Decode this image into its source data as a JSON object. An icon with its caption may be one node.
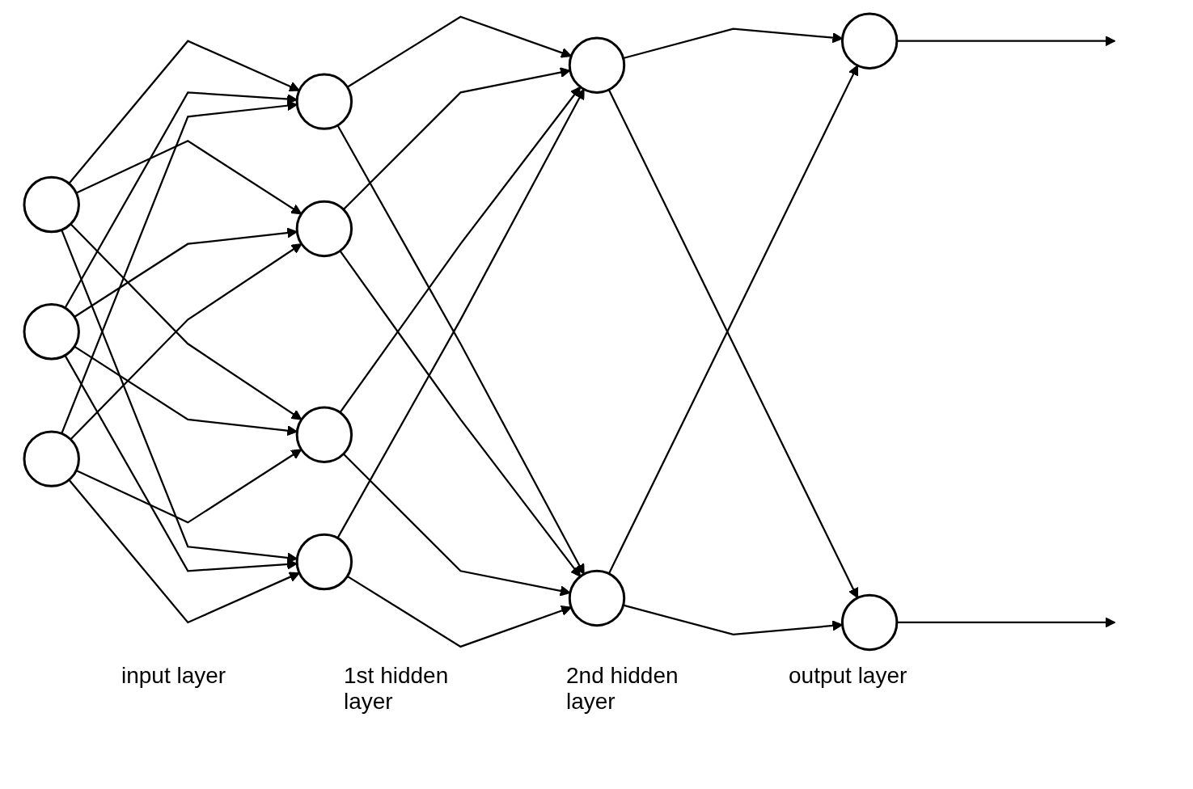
{
  "diagram": {
    "nodes": [
      {
        "text": [],
        "shape": "circle"
      },
      {
        "text": [],
        "shape": "circle"
      },
      {
        "text": [],
        "shape": "circle"
      },
      {
        "text": [],
        "shape": "circle"
      },
      {
        "text": [],
        "shape": "circle"
      },
      {
        "text": [],
        "shape": "circle"
      },
      {
        "text": [],
        "shape": "circle"
      },
      {
        "text": [],
        "shape": "circle"
      },
      {
        "text": [],
        "shape": "circle"
      },
      {
        "text": [],
        "shape": "circle"
      },
      {
        "text": [],
        "shape": "circle"
      }
    ],
    "edges": [
      {
        "from": 0,
        "to": 3,
        "arrow": "to"
      },
      {
        "from": 0,
        "to": 4,
        "arrow": "to"
      },
      {
        "from": 0,
        "to": 5,
        "arrow": "to"
      },
      {
        "from": 0,
        "to": 6,
        "arrow": "to"
      },
      {
        "from": 1,
        "to": 3,
        "arrow": "to"
      },
      {
        "from": 1,
        "to": 4,
        "arrow": "to"
      },
      {
        "from": 1,
        "to": 5,
        "arrow": "to"
      },
      {
        "from": 1,
        "to": 6,
        "arrow": "to"
      },
      {
        "from": 2,
        "to": 3,
        "arrow": "to"
      },
      {
        "from": 2,
        "to": 4,
        "arrow": "to"
      },
      {
        "from": 2,
        "to": 5,
        "arrow": "to"
      },
      {
        "from": 2,
        "to": 6,
        "arrow": "to"
      },
      {
        "from": 3,
        "to": 7,
        "arrow": "to"
      },
      {
        "from": 3,
        "to": 8,
        "arrow": "to"
      },
      {
        "from": 4,
        "to": 7,
        "arrow": "to"
      },
      {
        "from": 4,
        "to": 8,
        "arrow": "to"
      },
      {
        "from": 5,
        "to": 7,
        "arrow": "to"
      },
      {
        "from": 5,
        "to": 8,
        "arrow": "to"
      },
      {
        "from": 6,
        "to": 7,
        "arrow": "to"
      },
      {
        "from": 6,
        "to": 8,
        "arrow": "to"
      },
      {
        "from": 7,
        "to": 9,
        "arrow": "to"
      },
      {
        "from": 7,
        "to": 10,
        "arrow": "to"
      },
      {
        "from": 8,
        "to": 9,
        "arrow": "to"
      },
      {
        "from": 8,
        "to": 10,
        "arrow": "to"
      },
      {
        "from": 9,
        "to": null,
        "arrow": "to"
      },
      {
        "from": 10,
        "to": null,
        "arrow": "to"
      }
    ],
    "labels": [
      "input layer",
      "1st hidden layer",
      "2nd hidden layer",
      "output layer"
    ]
  }
}
